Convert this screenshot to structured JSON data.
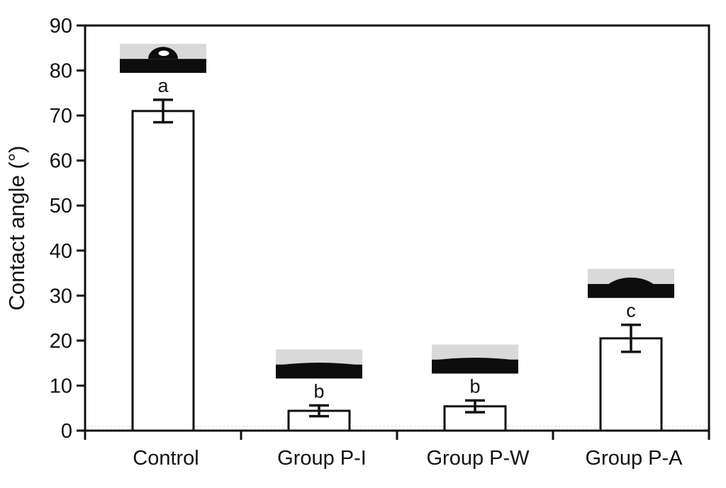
{
  "figure": {
    "description": "Bar chart of water contact angle measurements with droplet profile insets",
    "background": "#ffffff"
  },
  "chart_data": {
    "type": "bar",
    "title": "",
    "xlabel": "",
    "ylabel": "Contact angle (°)",
    "categories": [
      "Control",
      "Group P-I",
      "Group P-W",
      "Group P-A"
    ],
    "values": [
      71.0,
      4.4,
      5.4,
      20.5
    ],
    "errors": [
      2.5,
      1.2,
      1.3,
      3.0
    ],
    "significance_letters": [
      "a",
      "b",
      "b",
      "c"
    ],
    "droplet_insets": [
      {
        "group": "Control",
        "shape": "bead",
        "meaning": "round droplet, high contact angle"
      },
      {
        "group": "Group P-I",
        "shape": "film",
        "meaning": "spread flat film, very low contact angle"
      },
      {
        "group": "Group P-W",
        "shape": "film",
        "meaning": "spread flat film, very low contact angle"
      },
      {
        "group": "Group P-A",
        "shape": "low-dome",
        "meaning": "shallow dome, low contact angle"
      }
    ],
    "ylim": [
      0,
      90
    ],
    "yticks": [
      0,
      10,
      20,
      30,
      40,
      50,
      60,
      70,
      80,
      90
    ],
    "grid": false,
    "legend": false,
    "bar_fill": "#ffffff",
    "bar_border": "#111111",
    "axis_color": "#111111",
    "inset_bg_color": "#d9d9d9",
    "inset_ink_color": "#0d0d0d"
  }
}
